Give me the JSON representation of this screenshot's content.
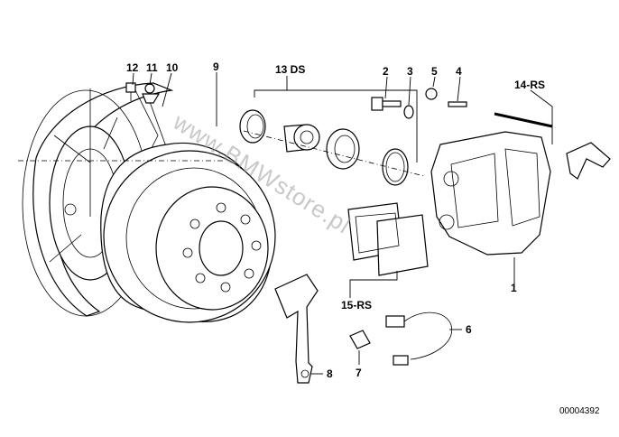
{
  "diagram": {
    "callouts": [
      {
        "id": "c12",
        "label": "12"
      },
      {
        "id": "c11",
        "label": "11"
      },
      {
        "id": "c10",
        "label": "10"
      },
      {
        "id": "c9",
        "label": "9"
      },
      {
        "id": "c13",
        "label": "13 DS"
      },
      {
        "id": "c2",
        "label": "2"
      },
      {
        "id": "c3",
        "label": "3"
      },
      {
        "id": "c5",
        "label": "5"
      },
      {
        "id": "c4",
        "label": "4"
      },
      {
        "id": "c14",
        "label": "14-RS"
      },
      {
        "id": "c1",
        "label": "1"
      },
      {
        "id": "c15",
        "label": "15-RS"
      },
      {
        "id": "c6",
        "label": "6"
      },
      {
        "id": "c7",
        "label": "7"
      },
      {
        "id": "c8",
        "label": "8"
      }
    ],
    "watermark": "www.BMWstore.pl",
    "document_number": "00004392"
  }
}
